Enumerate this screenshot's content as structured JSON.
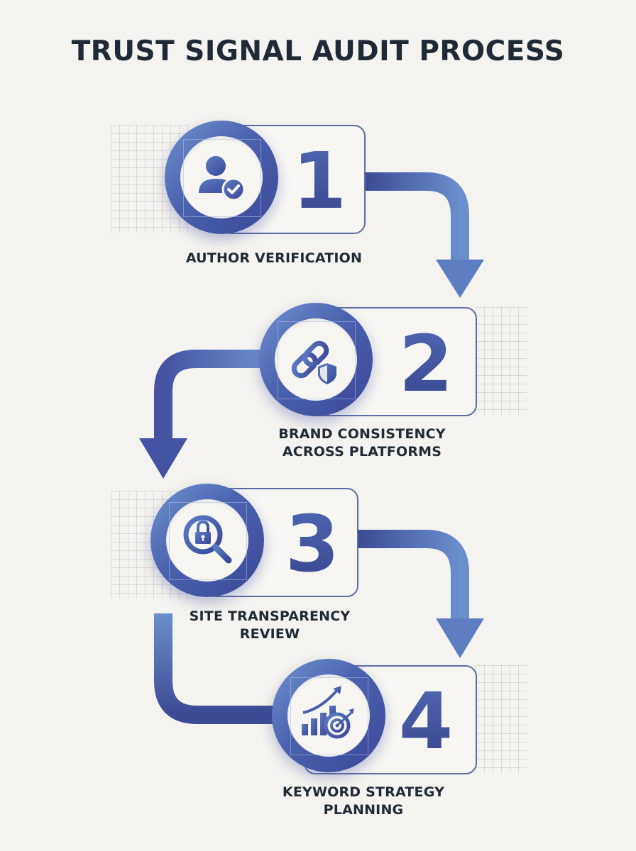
{
  "title": "TRUST SIGNAL AUDIT PROCESS",
  "colors": {
    "background": "#f4f3ef",
    "title_text": "#1f2a36",
    "accent_dark": "#3b4796",
    "accent_light": "#6f93cf",
    "card_border": "#5d6ea6"
  },
  "steps": [
    {
      "number": "1",
      "label_line1": "AUTHOR VERIFICATION",
      "label_line2": "",
      "icon": "user-check-icon"
    },
    {
      "number": "2",
      "label_line1": "BRAND CONSISTENCY",
      "label_line2": "ACROSS PLATFORMS",
      "icon": "link-shield-icon"
    },
    {
      "number": "3",
      "label_line1": "SITE TRANSPARENCY",
      "label_line2": "REVIEW",
      "icon": "magnifier-lock-icon"
    },
    {
      "number": "4",
      "label_line1": "KEYWORD STRATEGY",
      "label_line2": "PLANNING",
      "icon": "chart-target-icon"
    }
  ],
  "connectors": [
    {
      "from": "1",
      "to": "2",
      "direction": "right-then-down"
    },
    {
      "from": "2",
      "to": "3",
      "direction": "left-then-down"
    },
    {
      "from": "3",
      "to": "4",
      "direction": "right-then-down"
    },
    {
      "from": "3",
      "to": "4",
      "direction": "down-then-right"
    }
  ]
}
